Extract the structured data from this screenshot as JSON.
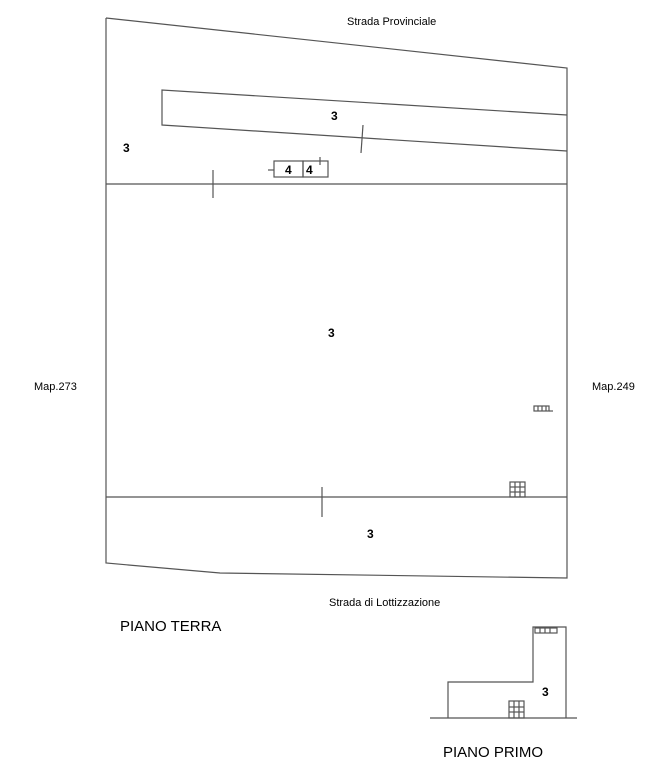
{
  "labels": {
    "road_top": "Strada Provinciale",
    "road_bottom": "Strada di Lottizzazione",
    "left_neighbor": "Map.273",
    "right_neighbor": "Map.249",
    "ground_floor": "PIANO TERRA",
    "first_floor": "PIANO PRIMO"
  },
  "areas": {
    "strip": "3",
    "top_left": "3",
    "box_a": "4",
    "box_b": "4",
    "main": "3",
    "bottom": "3",
    "first_floor": "3"
  }
}
